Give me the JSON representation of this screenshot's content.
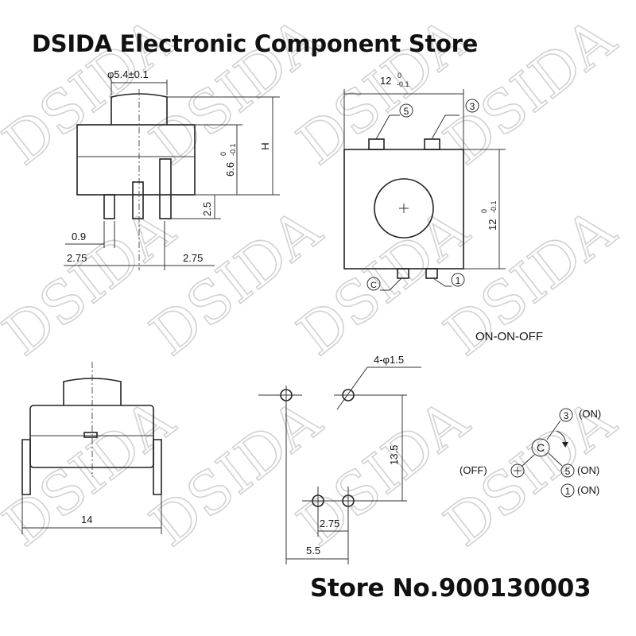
{
  "header": {
    "title": "DSIDA Electronic Component Store"
  },
  "footer": {
    "store_number": "Store No.900130003"
  },
  "watermark": {
    "text": "DSIDA"
  },
  "side_view": {
    "stem_diameter": "φ5.4±0.1",
    "height_label": "H",
    "body_height": "6.6",
    "body_height_tol_upper": "0",
    "body_height_tol_lower": "-0.1",
    "pin_length": "2.5",
    "pin_offset": "0.9",
    "pitch_left": "2.75",
    "pitch_right": "2.75"
  },
  "top_view": {
    "width": "12",
    "width_tol_upper": "0",
    "width_tol_lower": "-0.1",
    "height": "12",
    "height_tol_upper": "0",
    "height_tol_lower": "-0.1",
    "pin_top_left": "5",
    "pin_top_right": "3",
    "pin_bottom_left": "C",
    "pin_bottom_right": "1"
  },
  "front_view": {
    "width": "14"
  },
  "footprint": {
    "holes_label": "4-φ1.5",
    "vertical_spacing": "13.5",
    "pitch": "2.75",
    "offset": "5.5"
  },
  "schematic": {
    "mode": "ON-ON-OFF",
    "common": "C",
    "pin_3": "3",
    "pin_3_state": "(ON)",
    "pin_5": "5",
    "pin_5_state": "(ON)",
    "pin_1": "1",
    "pin_1_state": "(ON)",
    "off_state": "(OFF)",
    "colors": {
      "ink": "#111111",
      "watermark": "#d2d2d2"
    }
  }
}
